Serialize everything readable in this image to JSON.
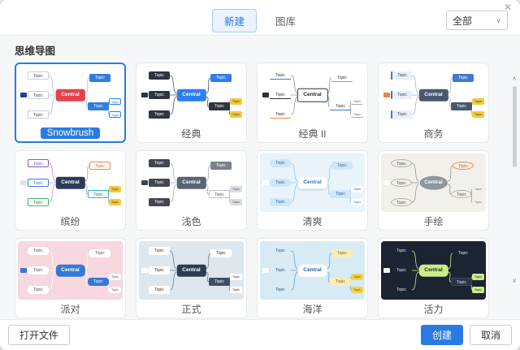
{
  "window": {
    "close": "✕"
  },
  "header": {
    "tabs": [
      {
        "label": "新建"
      },
      {
        "label": "图库"
      }
    ],
    "filter": {
      "value": "全部",
      "chevron": "∨"
    }
  },
  "section": {
    "title": "思维导图"
  },
  "mini": {
    "central": "Central",
    "topic": "Topic"
  },
  "templates": [
    {
      "name": "Snowbrush",
      "selected": true
    },
    {
      "name": "经典"
    },
    {
      "name": "经典 II"
    },
    {
      "name": "商务"
    },
    {
      "name": "缤纷"
    },
    {
      "name": "浅色"
    },
    {
      "name": "清爽"
    },
    {
      "name": "手绘"
    },
    {
      "name": "派对"
    },
    {
      "name": "正式"
    },
    {
      "name": "海洋"
    },
    {
      "name": "活力"
    }
  ],
  "footer": {
    "open_file": "打开文件",
    "create": "创建",
    "cancel": "取消"
  },
  "scrollbar": {
    "up": "∧",
    "down": "∨"
  },
  "colors": {
    "accent": "#2a7ae4",
    "selected_border": "#2a7ae4"
  }
}
